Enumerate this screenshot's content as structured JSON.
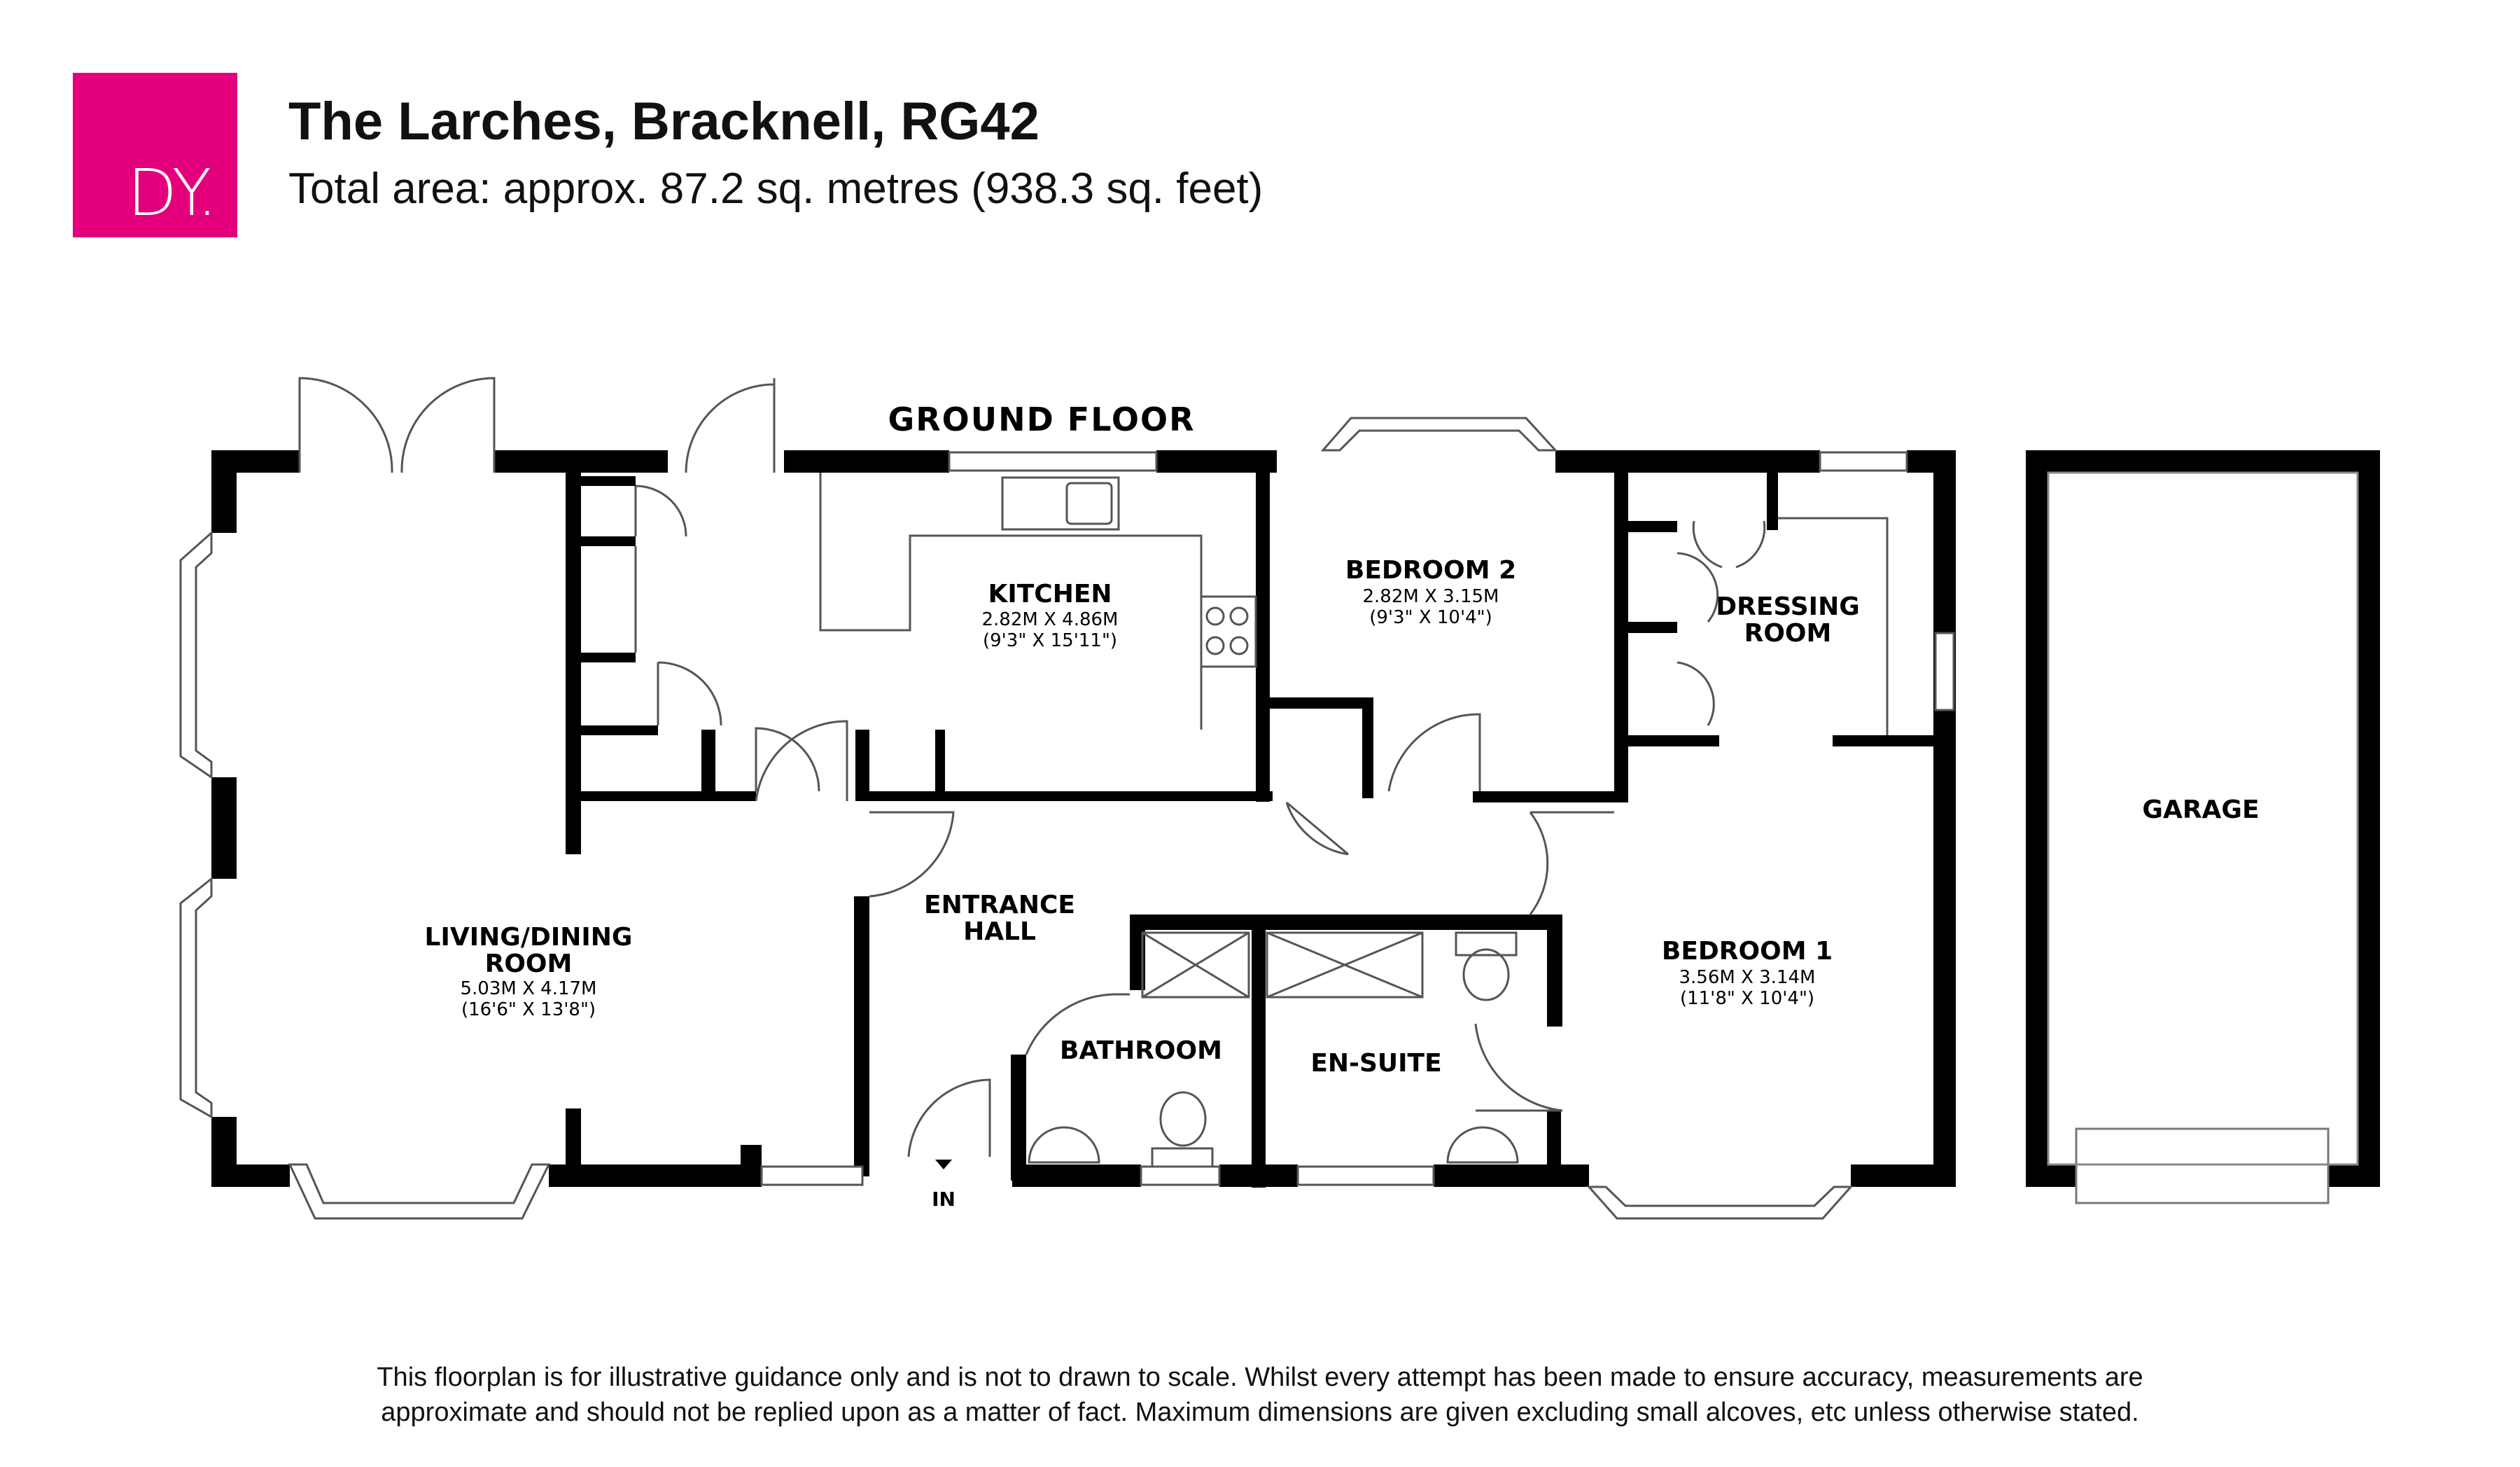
{
  "header": {
    "logo_text": "DY.",
    "logo_color": "#e4007c",
    "title": "The Larches, Bracknell, RG42",
    "total_area": "Total area: approx. 87.2 sq. metres (938.3 sq. feet)"
  },
  "plan": {
    "floor_label": "GROUND FLOOR",
    "entry_label": "IN",
    "wall_color": "#000000",
    "rooms": {
      "living": {
        "name_line1": "LIVING/DINING",
        "name_line2": "ROOM",
        "dim_metric": "5.03M X 4.17M",
        "dim_imperial": "(16'6\" X 13'8\")"
      },
      "kitchen": {
        "name": "KITCHEN",
        "dim_metric": "2.82M X 4.86M",
        "dim_imperial": "(9'3\" X 15'11\")"
      },
      "bedroom2": {
        "name": "BEDROOM 2",
        "dim_metric": "2.82M X 3.15M",
        "dim_imperial": "(9'3\" X 10'4\")"
      },
      "dressing": {
        "name_line1": "DRESSING",
        "name_line2": "ROOM"
      },
      "hall": {
        "name_line1": "ENTRANCE",
        "name_line2": "HALL"
      },
      "bathroom": {
        "name": "BATHROOM"
      },
      "ensuite": {
        "name": "EN-SUITE"
      },
      "bedroom1": {
        "name": "BEDROOM 1",
        "dim_metric": "3.56M X 3.14M",
        "dim_imperial": "(11'8\" X 10'4\")"
      },
      "garage": {
        "name": "GARAGE"
      }
    }
  },
  "disclaimer": {
    "line1": "This floorplan is for illustrative guidance only and is not to drawn to scale. Whilst every attempt has been made to ensure accuracy, measurements are",
    "line2": "approximate and should not be replied upon as a matter of fact. Maximum dimensions are given excluding small alcoves, etc unless otherwise stated."
  }
}
